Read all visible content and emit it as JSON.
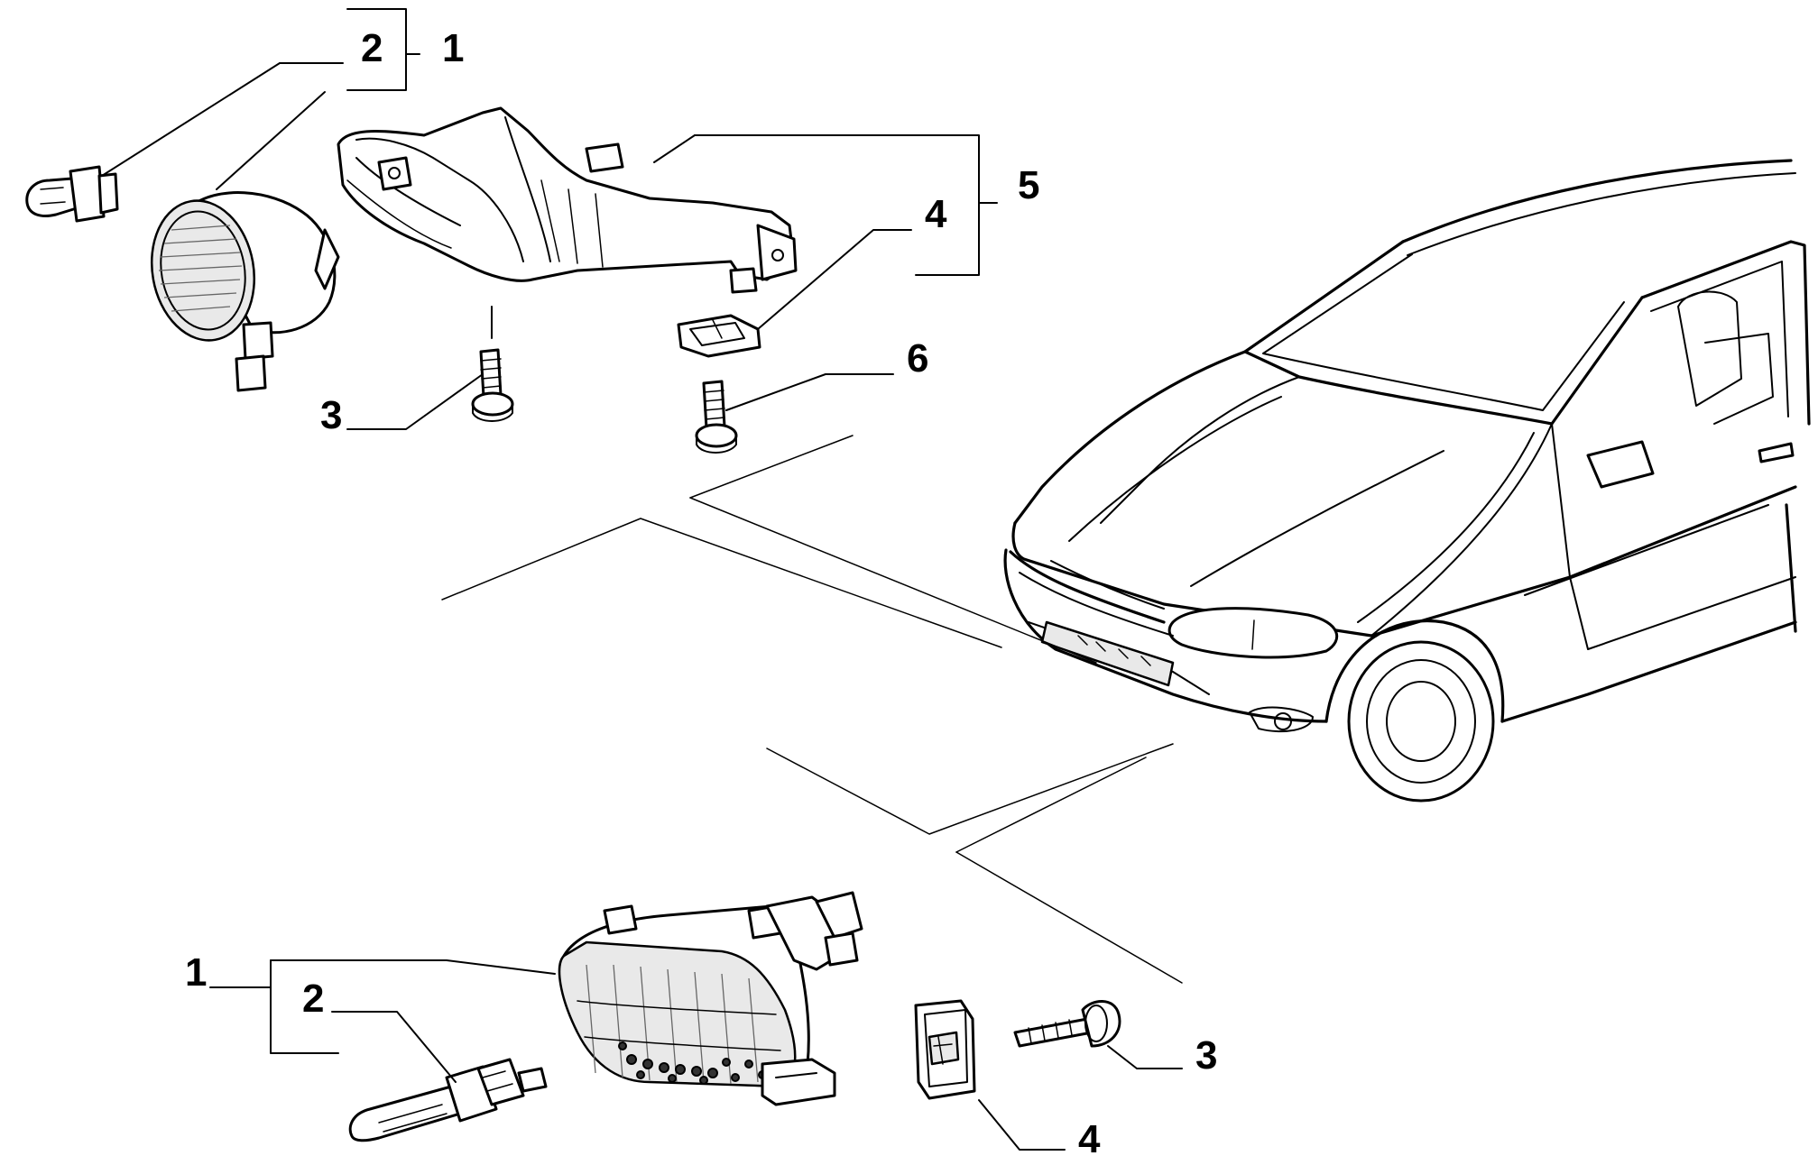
{
  "callouts": {
    "top_bulb": "2",
    "top_lamp_assembly": "1",
    "top_bracket_assembly": "5",
    "top_clip_nut": "4",
    "top_screw_left": "3",
    "top_screw_right": "6",
    "bottom_lamp_assembly": "1",
    "bottom_bulb": "2",
    "bottom_screw": "3",
    "bottom_clip_nut": "4"
  }
}
